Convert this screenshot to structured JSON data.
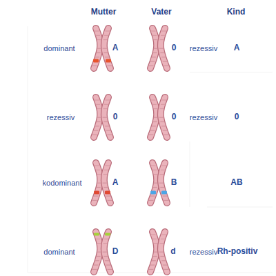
{
  "diagram": {
    "labels": [
      "Mutter",
      "Vater",
      "Kind",
      "dominant",
      "A",
      "0",
      "rezessiv",
      "A",
      "rezessiv",
      "0",
      "0",
      "rezessiv",
      "0",
      "kodominant",
      "A",
      "B",
      "AB",
      "dominant",
      "D",
      "d",
      "rezessiv",
      "Rh-positiv"
    ]
  }
}
